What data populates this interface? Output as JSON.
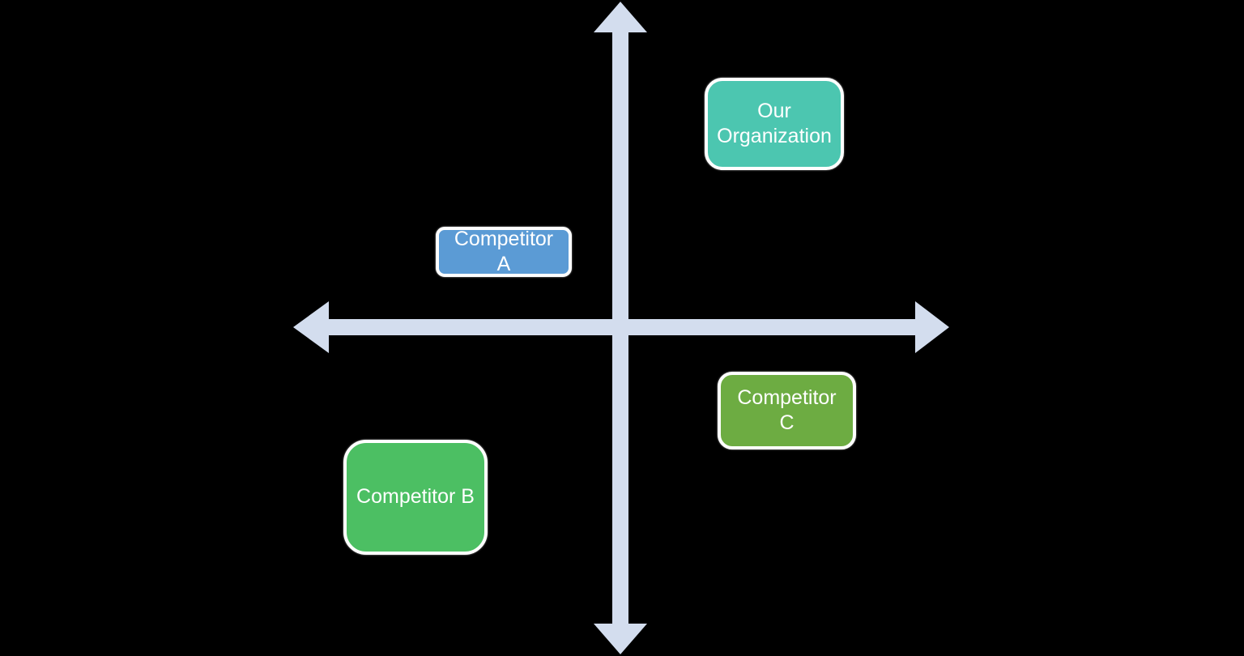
{
  "diagram": {
    "type": "quadrant-map",
    "background_color": "#000000",
    "axes": {
      "color": "#d3ddee",
      "style": "double-headed-arrows",
      "orientation": "vertical-and-horizontal-cross"
    },
    "text_color": "#ffffff",
    "node_border_color": "#ffffff",
    "nodes": [
      {
        "label": "Our Organization",
        "color": "#4cc6b0",
        "quadrant": "top-right"
      },
      {
        "label": "Competitor A",
        "color": "#5b9bd5",
        "quadrant": "top-left"
      },
      {
        "label": "Competitor C",
        "color": "#6dac42",
        "quadrant": "bottom-right"
      },
      {
        "label": "Competitor B",
        "color": "#4cbf63",
        "quadrant": "bottom-left"
      }
    ]
  }
}
